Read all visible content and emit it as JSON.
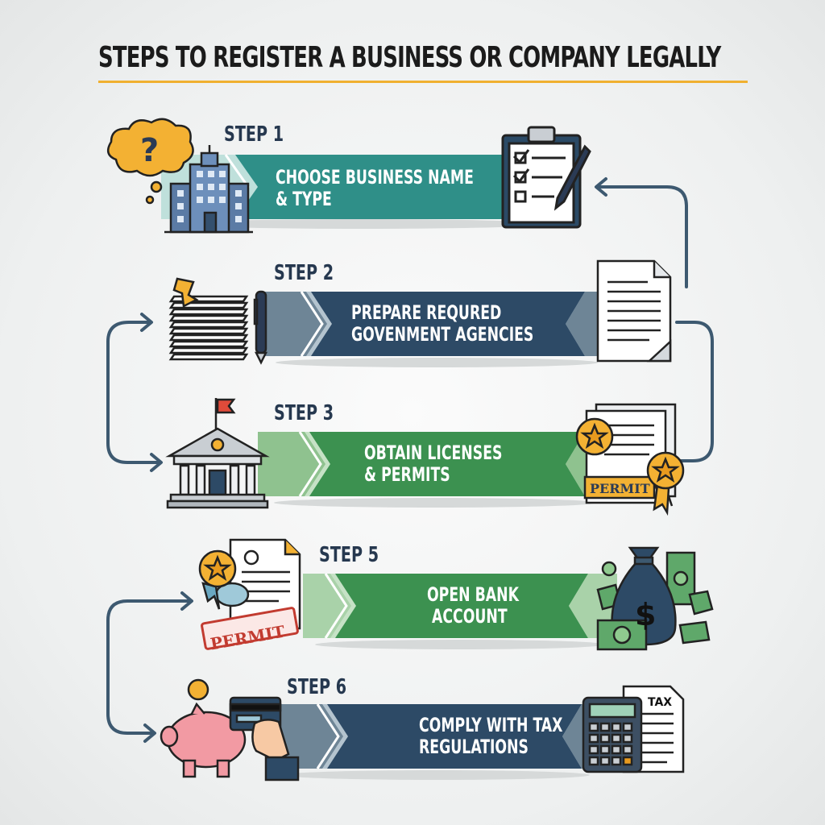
{
  "title": "STEPS TO REGISTER A BUSINESS OR COMPANY LEGALLY",
  "colors": {
    "teal": "#2f8f88",
    "navy": "#2d4a66",
    "green": "#3c9150",
    "accent": "#f0b030",
    "connector": "#3d5970"
  },
  "steps": [
    {
      "label": "STEP 1",
      "line1": "CHOOSE BUSINESS NAME",
      "line2": "& TYPE",
      "color": "teal",
      "left_icon": "question-cloud-building-icon",
      "right_icon": "checklist-clipboard-icon"
    },
    {
      "label": "STEP 2",
      "line1": "PREPARE REQURED",
      "line2": "GOVENMENT AGENCIES",
      "color": "navy",
      "left_icon": "document-stack-pen-icon",
      "right_icon": "document-icon"
    },
    {
      "label": "STEP 3",
      "line1": "OBTAIN LICENSES",
      "line2": "& PERMITS",
      "color": "green",
      "left_icon": "government-building-icon",
      "right_icon": "permit-certificate-icon"
    },
    {
      "label": "STEP 5",
      "line1": "OPEN BANK",
      "line2": "ACCOUNT",
      "color": "green",
      "left_icon": "permit-stamp-document-icon",
      "right_icon": "money-bag-icon"
    },
    {
      "label": "STEP 6",
      "line1": "COMPLY WITH TAX",
      "line2": "REGULATIONS",
      "color": "navy",
      "left_icon": "piggy-bank-card-icon",
      "right_icon": "tax-calculator-icon"
    }
  ],
  "icon_text": {
    "permit_1": "PERMIT",
    "permit_2": "PERMIT",
    "tax": "TAX",
    "dollar": "$",
    "question": "?"
  }
}
